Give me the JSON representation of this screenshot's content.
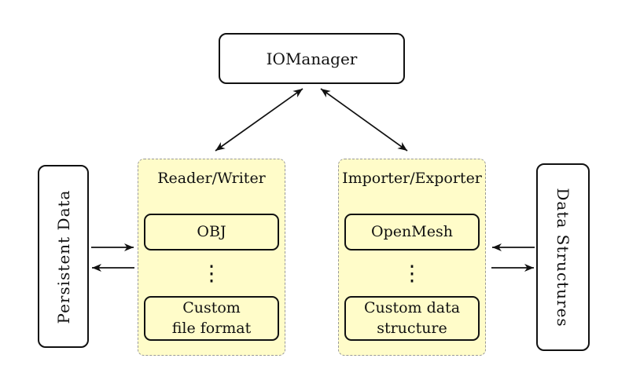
{
  "colors": {
    "group_fill": "#FFFCC9",
    "group_border": "#999999",
    "node_border": "#111111",
    "arrow": "#111111",
    "background": "#FFFFFF"
  },
  "nodes": {
    "iomanager": {
      "label": "IOManager"
    },
    "persistent_data": {
      "label": "Persistent Data"
    },
    "data_structures": {
      "label": "Data Structures"
    }
  },
  "groups": {
    "reader_writer": {
      "title": "Reader/Writer",
      "first_label": "OBJ",
      "ellipsis": "⋮",
      "last_label_line1": "Custom",
      "last_label_line2": "file format"
    },
    "importer_exporter": {
      "title": "Importer/Exporter",
      "first_label": "OpenMesh",
      "ellipsis": "⋮",
      "last_label_line1": "Custom data",
      "last_label_line2": "structure"
    }
  }
}
